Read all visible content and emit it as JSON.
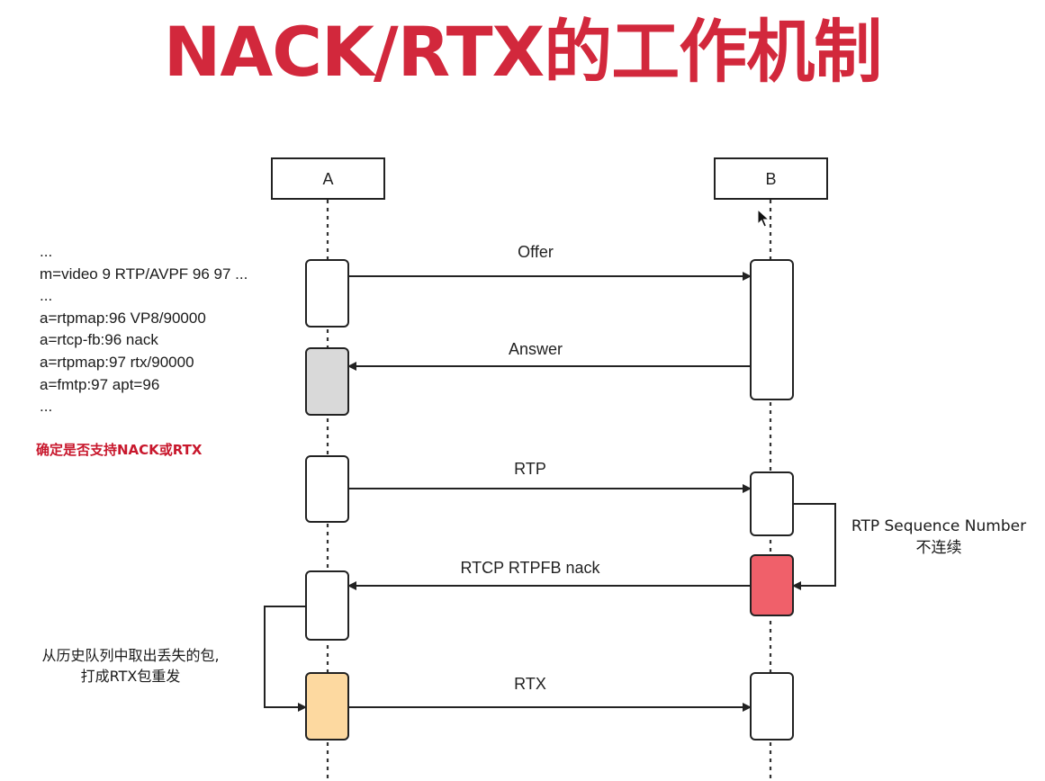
{
  "title": "NACK/RTX的工作机制",
  "participants": {
    "a": "A",
    "b": "B"
  },
  "messages": {
    "offer": "Offer",
    "answer": "Answer",
    "rtp": "RTP",
    "nack": "RTCP RTPFB nack",
    "rtx": "RTX"
  },
  "sdp_lines": [
    "...",
    "m=video 9 RTP/AVPF 96 97 ...",
    "...",
    "a=rtpmap:96 VP8/90000",
    "a=rtcp-fb:96 nack",
    "a=rtpmap:97 rtx/90000",
    "a=fmtp:97 apt=96",
    "..."
  ],
  "notes": {
    "support_check": "确定是否支持NACK或RTX",
    "seq_gap_line1": "RTP Sequence Number",
    "seq_gap_line2": "不连续",
    "retransmit_line1": "从历史队列中取出丢失的包,",
    "retransmit_line2": "打成RTX包重发"
  },
  "colors": {
    "title": "#d2283c",
    "note_red": "#c8172c",
    "answer_box": "#d9d9d9",
    "nack_box": "#f0606a",
    "rtx_box": "#fdd9a0"
  },
  "icons": {
    "cursor": "mouse-cursor-icon"
  }
}
